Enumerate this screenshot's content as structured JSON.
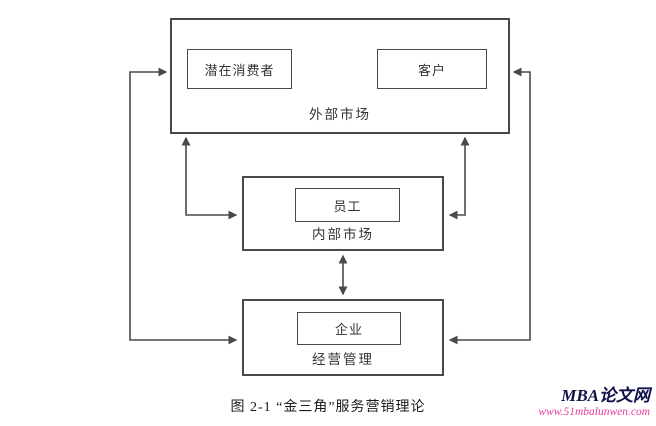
{
  "diagram": {
    "external_market": {
      "label": "外部市场",
      "boxes": {
        "potential_consumers": "潜在消费者",
        "customers": "客户"
      }
    },
    "internal_market": {
      "label": "内部市场",
      "boxes": {
        "employees": "员工"
      }
    },
    "management": {
      "label": "经营管理",
      "boxes": {
        "enterprise": "企业"
      }
    }
  },
  "caption": "图 2-1 “金三角”服务营销理论",
  "watermark": {
    "site_name": "MBA论文网",
    "site_url": "www.51mbalunwen.com"
  },
  "colors": {
    "line": "#4a4a4a",
    "text": "#333333",
    "watermark_name": "#10104a",
    "watermark_url": "#e83a9c"
  }
}
